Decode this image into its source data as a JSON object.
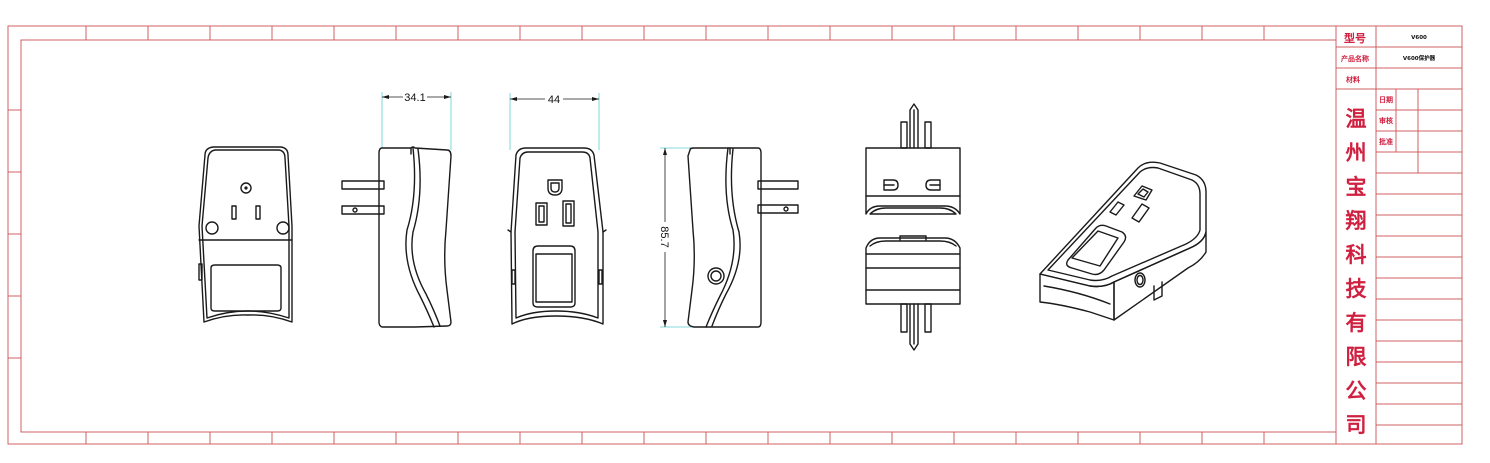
{
  "dimensions": {
    "width_label": "34.1",
    "depth_label": "44",
    "height_label": "85.7"
  },
  "title_block": {
    "model_label": "型号",
    "model_value": "V600",
    "product_name_label": "产品名称",
    "product_name_value": "V600保护器",
    "material_label": "材料",
    "date_label": "日期",
    "review_label": "审核",
    "approve_label": "批准",
    "company_chars": [
      "温",
      "州",
      "宝",
      "翔",
      "科",
      "技",
      "有",
      "限",
      "公",
      "司"
    ]
  },
  "colors": {
    "frame": "#d06060",
    "title_text": "#d02040",
    "ink": "#1a1a1a",
    "dimension_extension": "#5ecfd0"
  }
}
